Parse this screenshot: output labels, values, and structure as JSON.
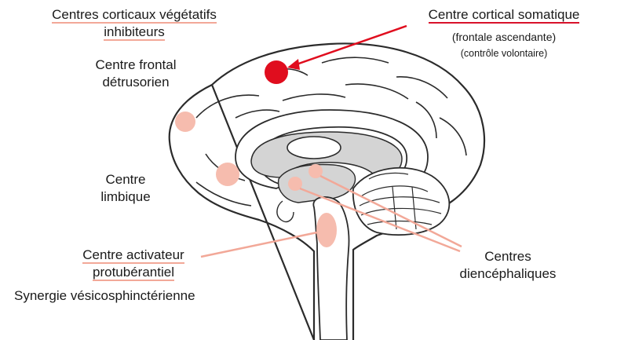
{
  "labels": {
    "inhib_line1": "Centres corticaux végétatifs",
    "inhib_line2": "inhibiteurs",
    "frontal_line1": "Centre frontal",
    "frontal_line2": "détrusorien",
    "limbic_line1": "Centre",
    "limbic_line2": "limbique",
    "activ_line1": "Centre activateur",
    "activ_line2": "protubérantiel",
    "synergy": "Synergie vésicosphinctérienne",
    "somatic_title": "Centre cortical somatique",
    "somatic_sub": "(frontale ascendante)",
    "somatic_note": "(contrôle volontaire)",
    "dienc_line1": "Centres",
    "dienc_line2": "diencéphaliques"
  },
  "colors": {
    "outline": "#2b2b2b",
    "gray_fill": "#d4d4d4",
    "pink": "#f6bcae",
    "pink_line": "#f2a898",
    "red": "#e00d1e"
  }
}
